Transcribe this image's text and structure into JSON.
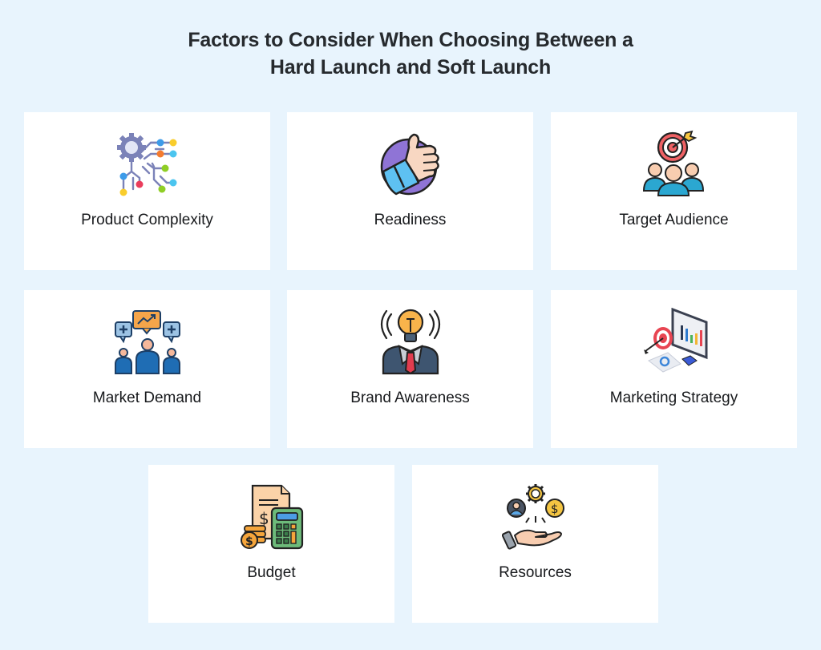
{
  "title": {
    "line1": "Factors to Consider When Choosing Between a",
    "line2": "Hard Launch and Soft Launch"
  },
  "colors": {
    "background": "#e8f4fd",
    "card": "#ffffff",
    "text": "#262a2e"
  },
  "factors": [
    {
      "label": "Product Complexity",
      "icon": "gear-network-icon"
    },
    {
      "label": "Readiness",
      "icon": "thumbs-up-icon"
    },
    {
      "label": "Target Audience",
      "icon": "target-audience-icon"
    },
    {
      "label": "Market Demand",
      "icon": "market-demand-icon"
    },
    {
      "label": "Brand Awareness",
      "icon": "lightbulb-person-icon"
    },
    {
      "label": "Marketing Strategy",
      "icon": "marketing-monitor-icon"
    },
    {
      "label": "Budget",
      "icon": "budget-calculator-icon"
    },
    {
      "label": "Resources",
      "icon": "resources-hand-icon"
    }
  ]
}
